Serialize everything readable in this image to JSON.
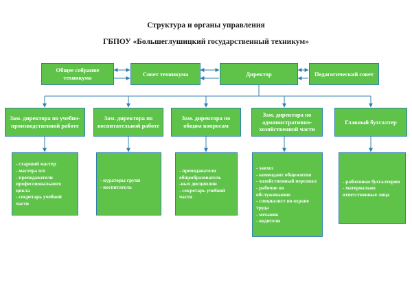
{
  "title": {
    "line1": "Структура и органы управления",
    "line2": "ГБПОУ «Большеглушицкий государственный техникум»"
  },
  "top_row": {
    "assembly": "Общее собрание техникума",
    "council": "Совет техникума",
    "director": "Директор",
    "ped_council": "Педагогический совет"
  },
  "deputies": [
    {
      "title": "Зам. директора по учебно-производственной работе",
      "items": [
        "- старший мастер",
        "- мастера п/о",
        "- преподаватели профессионального цикла",
        "- секретарь учебной части"
      ]
    },
    {
      "title": "Зам. директора по воспитательной работе",
      "items": [
        "- кураторы групп",
        "- воспитатель"
      ]
    },
    {
      "title": "Зам. директора по общим вопросам",
      "items": [
        "- преподаватели общеобразователь -ных дисциплин",
        "- секретарь учебной части"
      ]
    },
    {
      "title": "Зам. директора по административно-хозяйственной части",
      "items": [
        "- завхоз",
        "- комендант общежития",
        "- хозяйственный персонал",
        "- рабочие по обслуживанию",
        "- специалист по охране труда",
        "- механик",
        "- водители"
      ]
    },
    {
      "title": "Главный бухгалтер",
      "items": [
        "- работники бухгалтерии",
        "- материально ответственные лица"
      ]
    }
  ],
  "colors": {
    "box_fill": "#5fc34a",
    "box_border": "#2f7fb0",
    "connector": "#2f7fb0",
    "box_text": "#ffffff"
  }
}
